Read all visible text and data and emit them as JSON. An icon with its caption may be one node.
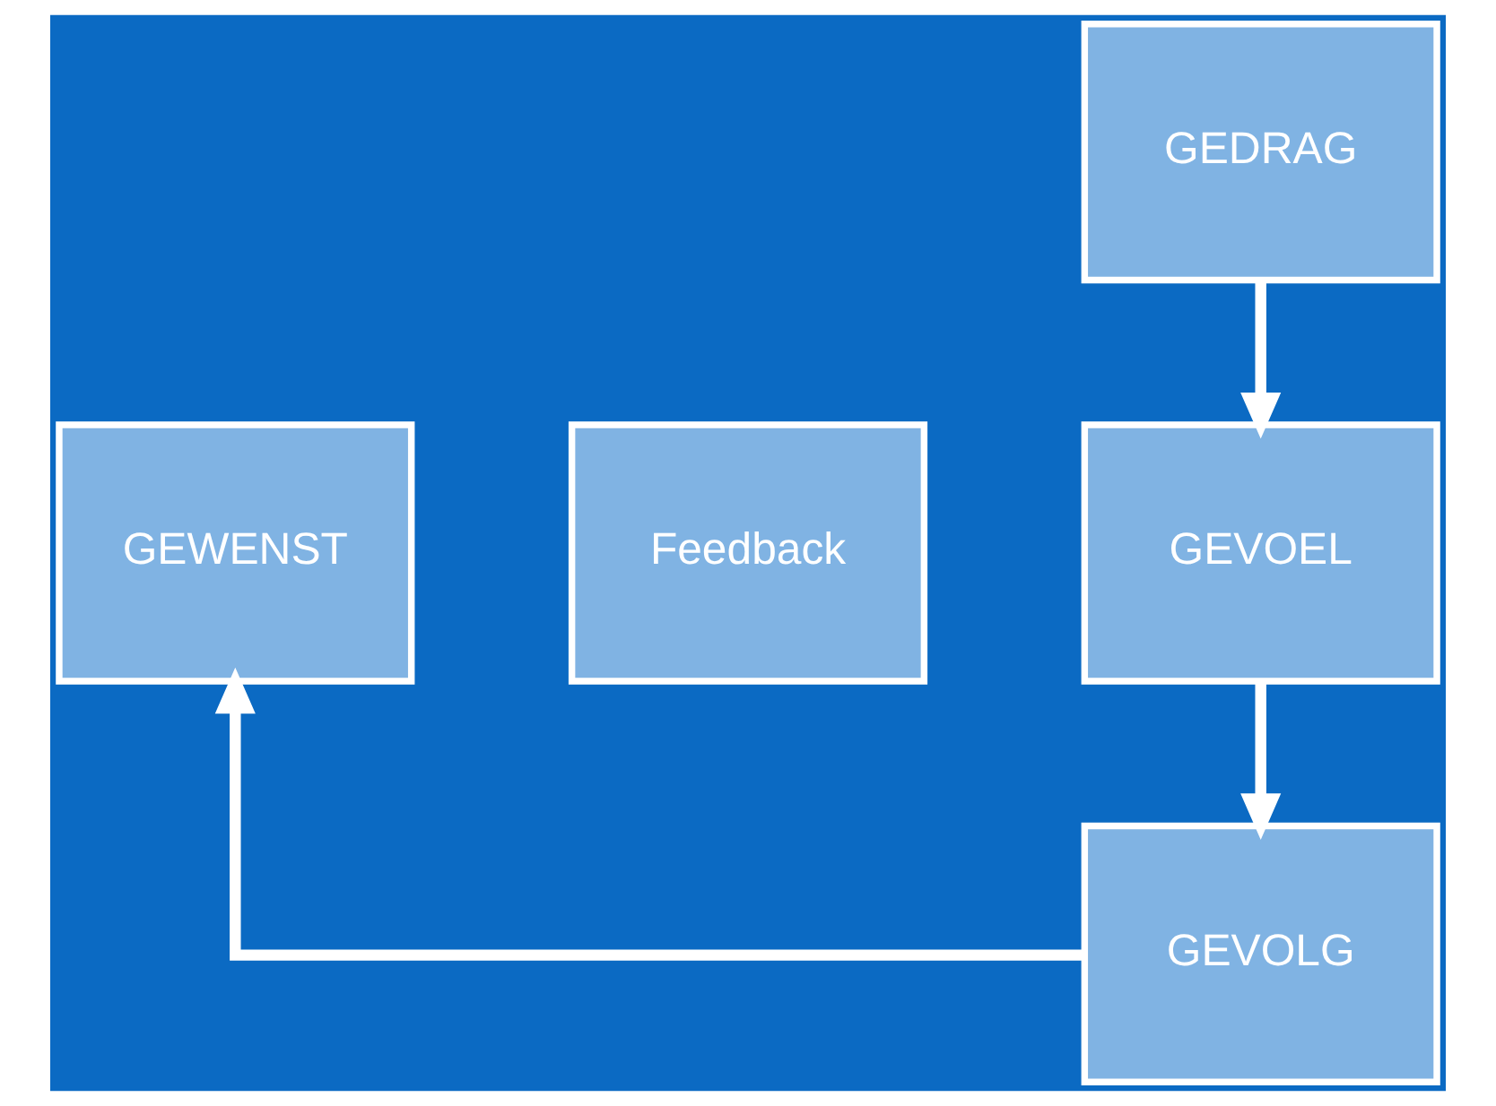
{
  "diagram": {
    "nodes": [
      {
        "text": [
          "GEDRAG"
        ]
      },
      {
        "text": [
          "GEWENST"
        ]
      },
      {
        "text": [
          "Feedback"
        ]
      },
      {
        "text": [
          "GEVOEL"
        ]
      },
      {
        "text": [
          "GEVOLG"
        ]
      }
    ],
    "edges": [
      {
        "from": 0,
        "to": 3,
        "arrow": "to"
      },
      {
        "from": 3,
        "to": 4,
        "arrow": "to"
      },
      {
        "from": 4,
        "to": 1,
        "arrow": "to"
      }
    ]
  }
}
